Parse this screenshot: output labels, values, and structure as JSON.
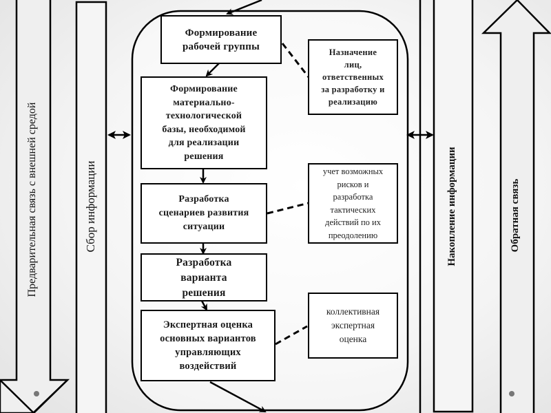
{
  "diagram": {
    "left_arrow_label": "Предварительная связь с внешней средой",
    "info_collection_label": "Сбор  информации",
    "info_accumulation_label": "Накопление  информации",
    "right_arrow_label": "Обратная связь",
    "steps": [
      {
        "label": "Формирование\nрабочей группы"
      },
      {
        "label": "Формирование\nматериально-\nтехнологической\nбазы, необходимой\nдля реализации\nрешения"
      },
      {
        "label": "Разработка\nсценариев развития\nситуации"
      },
      {
        "label": "Разработка\nварианта\nрешения"
      },
      {
        "label": "Экспертная оценка\nосновных вариантов\nуправляющих\nвоздействий"
      }
    ],
    "notes": [
      {
        "label": "Назначение\nлиц,\nответственных\nза разработку и\nреализацию"
      },
      {
        "label": "учет возможных\nрисков и\nразработка\nтактических\nдействий по их\nпреодолению"
      },
      {
        "label": "коллективная\nэкспертная\nоценка"
      }
    ]
  }
}
